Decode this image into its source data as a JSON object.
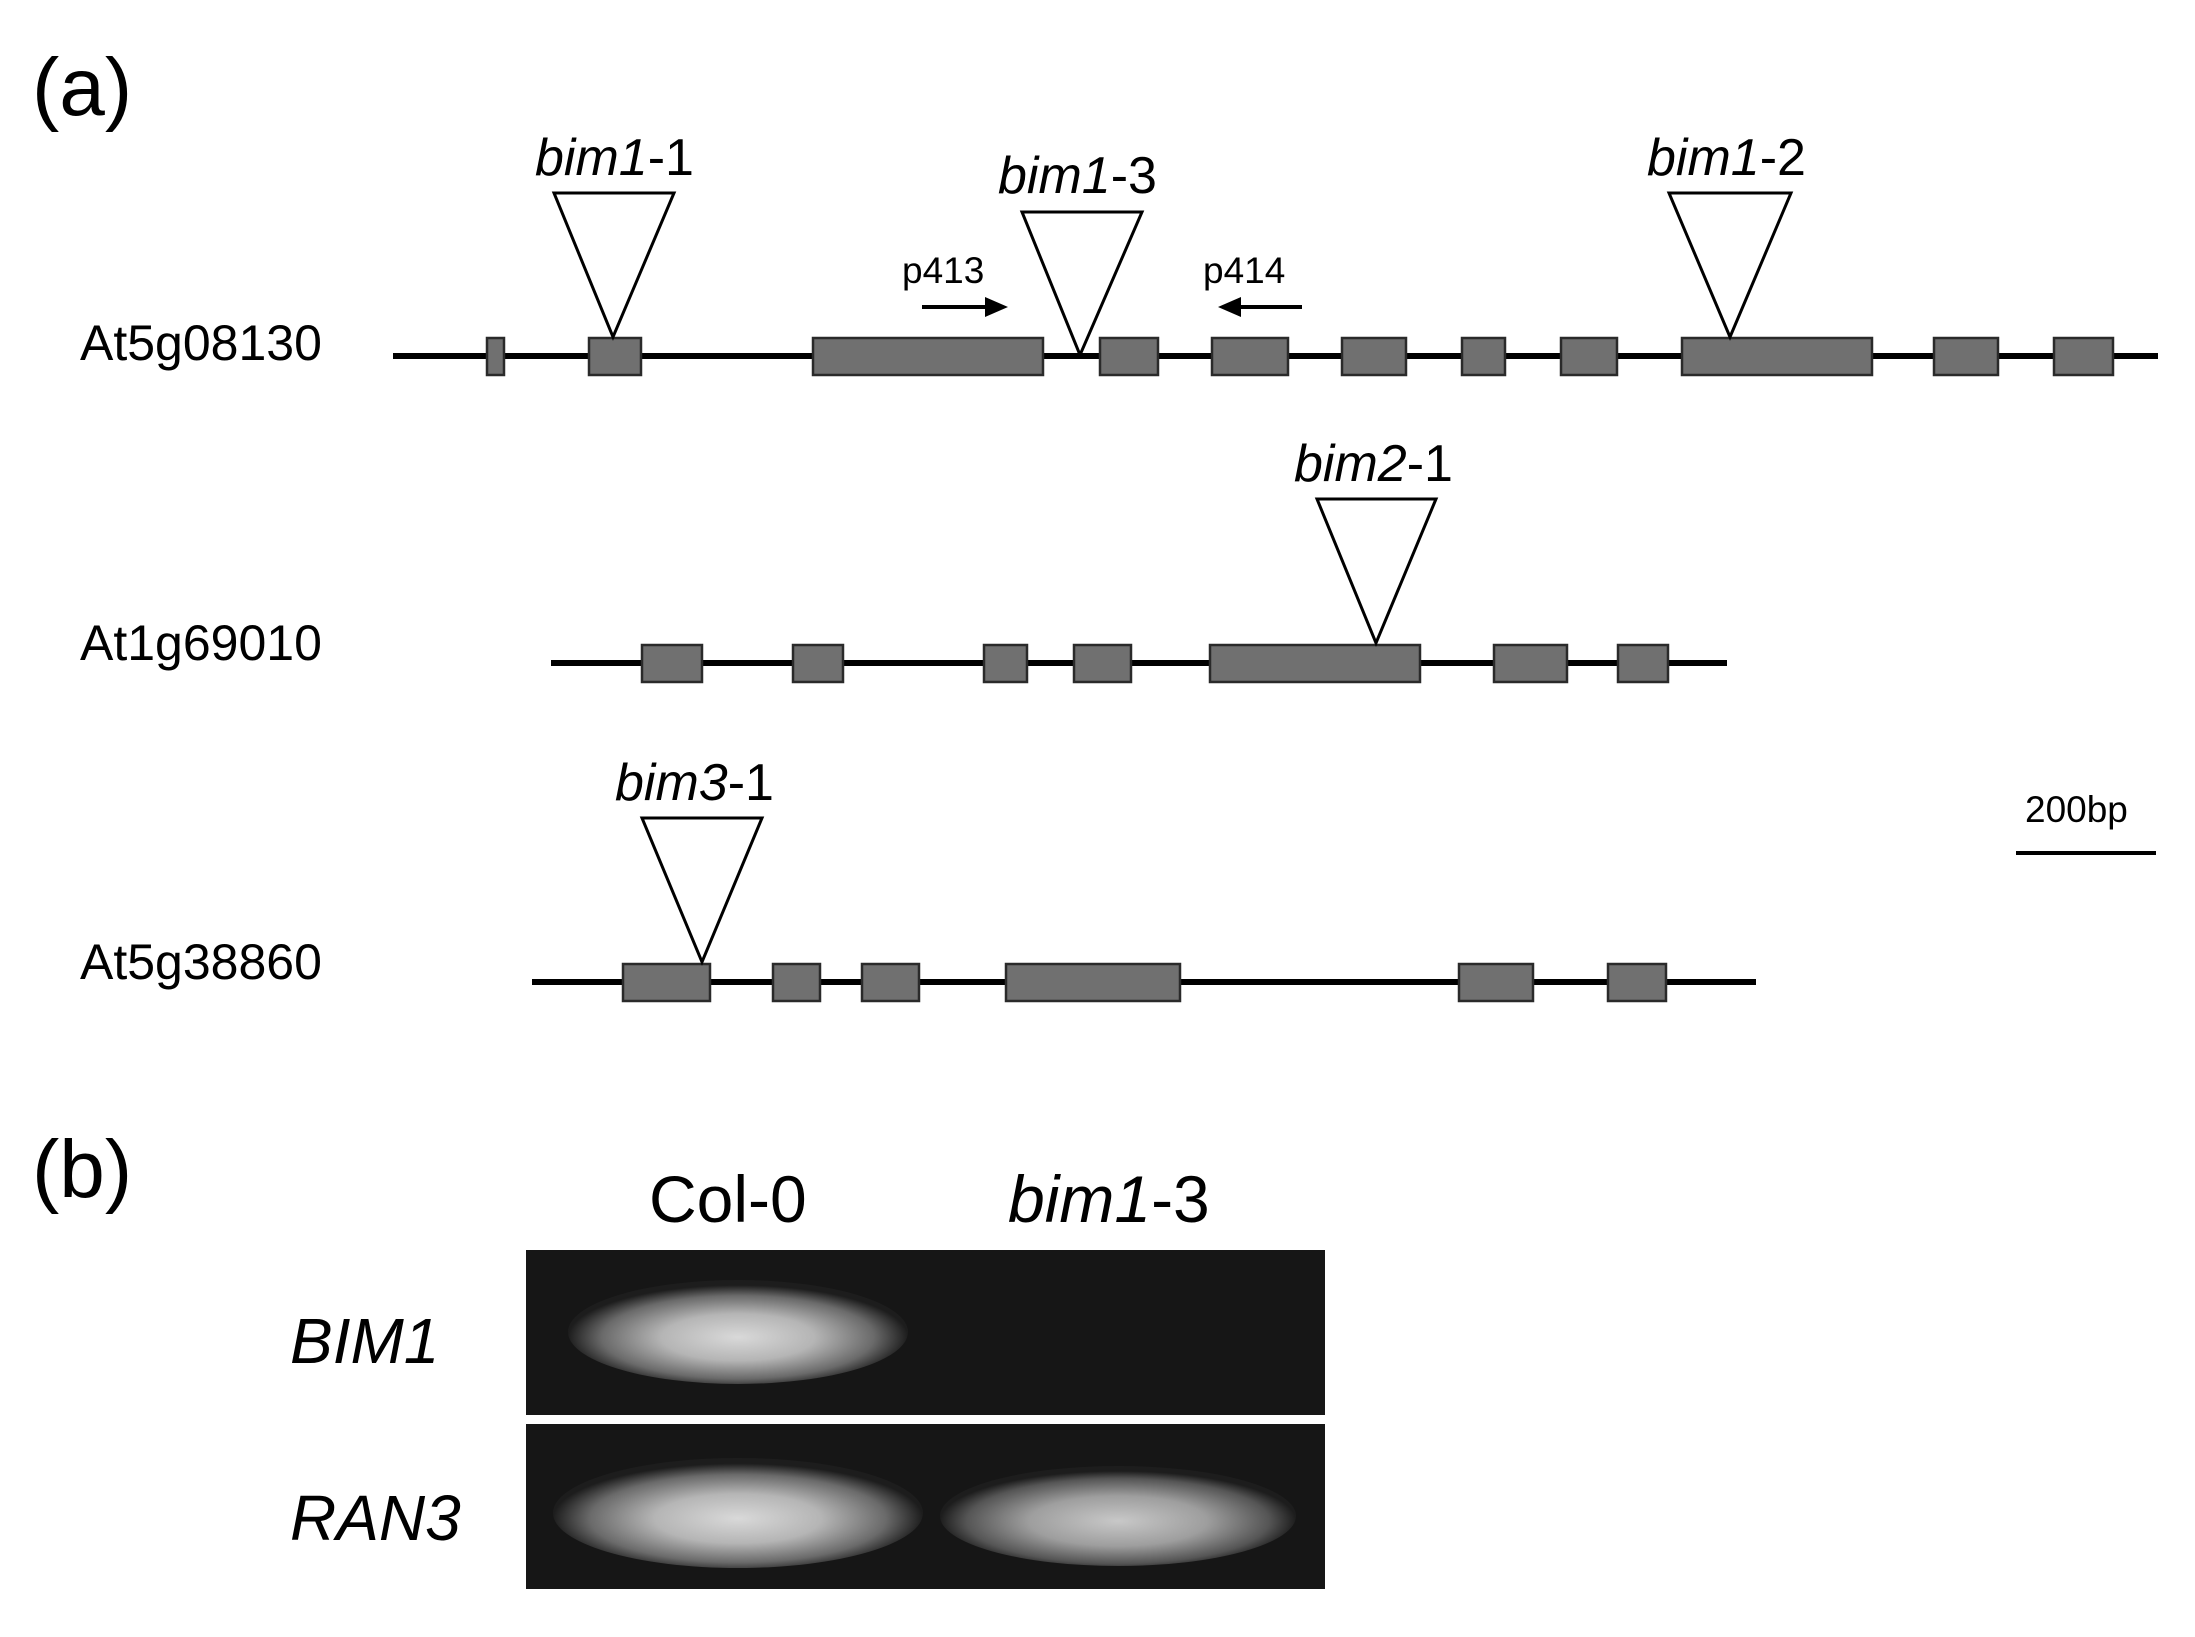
{
  "panel_a": {
    "label": "(a)",
    "genes": [
      {
        "name": "At5g08130",
        "alleles": [
          {
            "gene_part": "bim1",
            "suffix": "-1"
          },
          {
            "gene_part": "bim1",
            "suffix": "-3"
          },
          {
            "gene_part": "bim1",
            "suffix": "-2"
          }
        ],
        "primers": [
          {
            "name": "p413",
            "direction": "forward"
          },
          {
            "name": "p414",
            "direction": "reverse"
          }
        ]
      },
      {
        "name": "At1g69010",
        "alleles": [
          {
            "gene_part": "bim2",
            "suffix": "-1"
          }
        ]
      },
      {
        "name": "At5g38860",
        "alleles": [
          {
            "gene_part": "bim3",
            "suffix": "-1"
          }
        ]
      }
    ],
    "scale_bar": "200bp",
    "colors": {
      "exon": "#707070",
      "intron": "#000000",
      "insertion": "#ffffff"
    }
  },
  "panel_b": {
    "label": "(b)",
    "lanes": [
      {
        "label": "Col-0",
        "italic": false
      },
      {
        "label_part": "bim1",
        "label_suffix": "-3",
        "italic": true
      }
    ],
    "rows": [
      {
        "label": "BIM1",
        "bands": [
          true,
          false
        ]
      },
      {
        "label": "RAN3",
        "bands": [
          true,
          true
        ]
      }
    ],
    "colors": {
      "gel_background": "#161616"
    }
  }
}
